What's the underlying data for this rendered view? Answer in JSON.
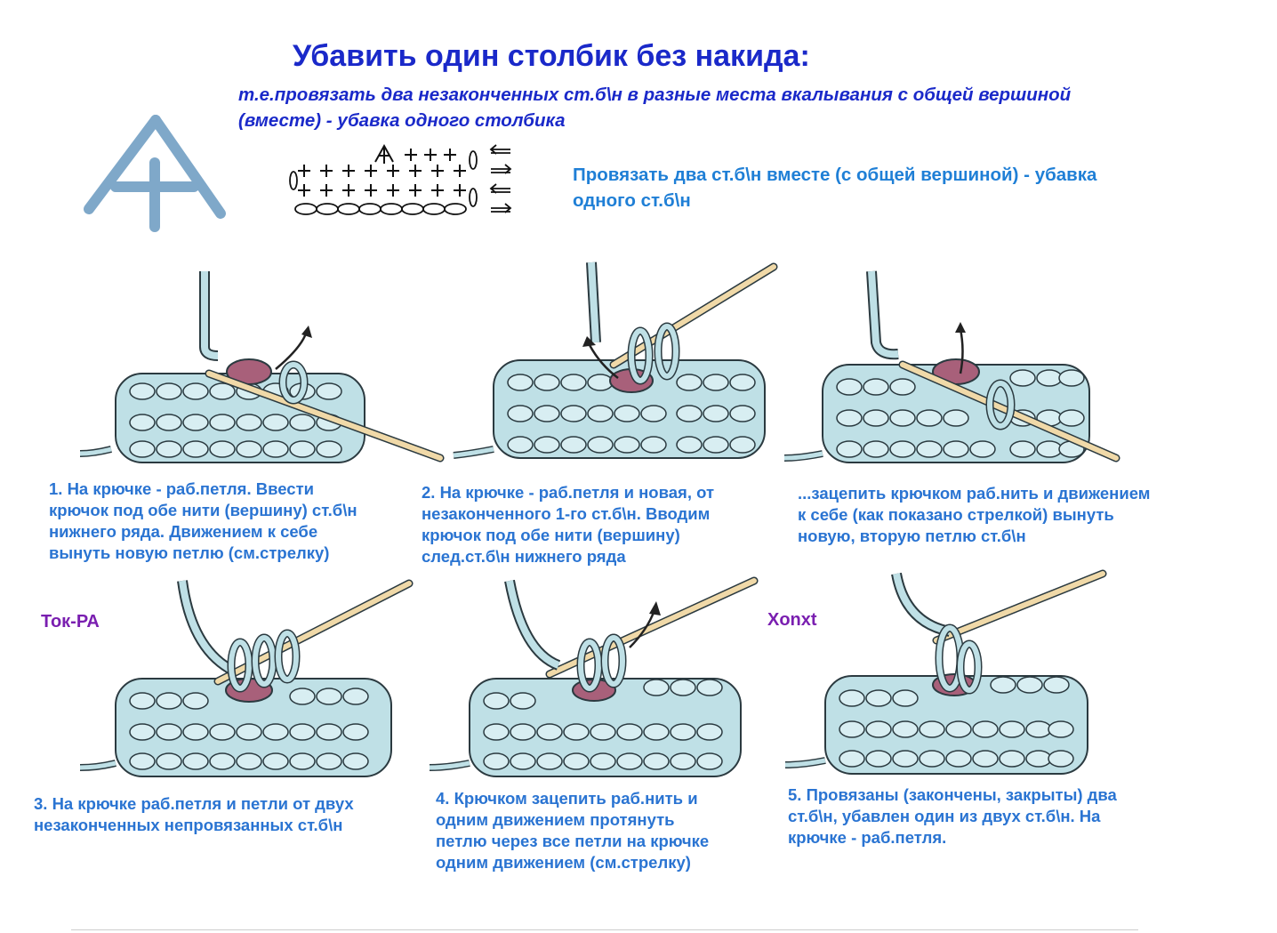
{
  "title": "Убавить один столбик без накида:",
  "subtitle": "т.е.провязать два незаконченных ст.б\\н в разные места вкалывания с общей вершиной (вместе) - убавка одного столбика",
  "chart_note": "Провязать два ст.б\\н вместе (с общей вершиной) - убавка одного ст.б\\н",
  "steps": [
    {
      "text": "1. На крючке - раб.петля. Ввести\nкрючок под обе нити (вершину) ст.б\\н\nнижнего ряда. Движением к себе\nвынуть новую петлю (см.стрелку)"
    },
    {
      "text": "2. На крючке - раб.петля и новая, от\nнезаконченного 1-го ст.б\\н. Вводим\nкрючок под обе нити (вершину)\nслед.ст.б\\н нижнего ряда"
    },
    {
      "text": "...зацепить крючком раб.нить и движением\nк себе (как показано стрелкой) вынуть\nновую, вторую петлю ст.б\\н"
    },
    {
      "text": "3. На крючке раб.петля и петли от двух\nнезаконченных непровязанных ст.б\\н"
    },
    {
      "text": "4. Крючком зацепить раб.нить и\nодним движением протянуть\nпетлю через все петли на крючке\nодним движением (см.стрелку)"
    },
    {
      "text": "5. Провязаны (закончены, закрыты) два\nст.б\\н,  убавлен один из двух ст.б\\н. На\nкрючке - раб.петля."
    }
  ],
  "watermarks": [
    "Ток-РА",
    "Xonxt"
  ],
  "colors": {
    "title": "#1a29c9",
    "note": "#1f7fd6",
    "caption": "#2a74d2",
    "yarn": "#bfe0e6",
    "yarn_outline": "#2b3a40",
    "loop": "#a8607a",
    "hook": "#f0d9a8",
    "symbol": "#7fa8c9",
    "watermark": "#7a1fb0"
  }
}
